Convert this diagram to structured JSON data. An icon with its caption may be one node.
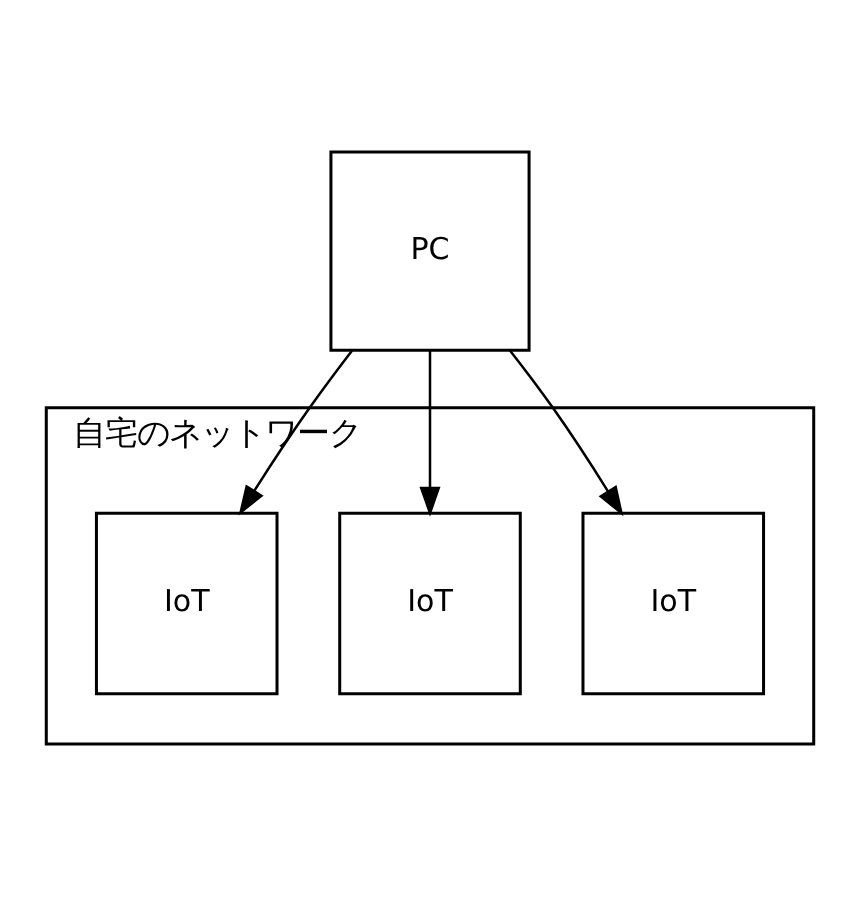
{
  "diagram": {
    "nodes": [
      {
        "text": [
          "自宅のネットワーク"
        ]
      },
      {
        "text": [
          "PC"
        ]
      },
      {
        "text": [
          "IoT"
        ],
        "in": 0
      },
      {
        "text": [
          "IoT"
        ],
        "in": 0
      },
      {
        "text": [
          "IoT"
        ],
        "in": 0
      }
    ],
    "edges": [
      {
        "from": 1,
        "to": 2,
        "arrow": "to"
      },
      {
        "from": 1,
        "to": 3,
        "arrow": "to"
      },
      {
        "from": 1,
        "to": 4,
        "arrow": "to"
      }
    ]
  }
}
